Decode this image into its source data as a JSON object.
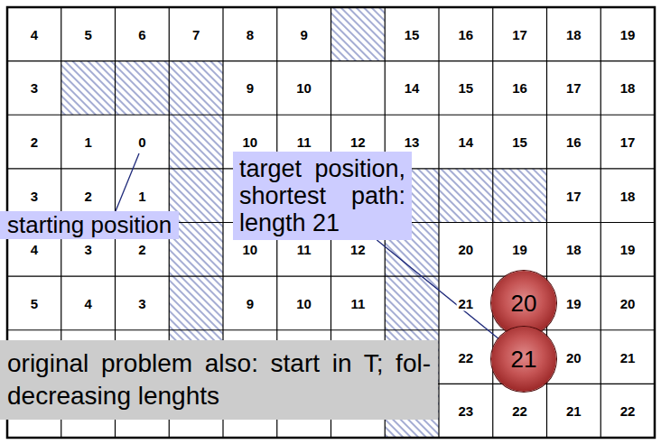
{
  "diagram": {
    "nodes": [
      {
        "text": [
          "target position, shortest path: length 21"
        ]
      },
      {
        "text": [
          "starting position"
        ]
      },
      {
        "text": [
          "20"
        ]
      },
      {
        "text": [
          "21"
        ]
      },
      {
        "text": [
          "original problem also: start in T; fol- decreasing lenghts"
        ]
      }
    ],
    "edges": [
      {
        "from": 0,
        "to": 3,
        "arrow": "none"
      }
    ],
    "labels": [
      "4",
      "5",
      "6",
      "7",
      "8",
      "9",
      "15",
      "16",
      "17",
      "18",
      "19",
      "3",
      "9",
      "10",
      "14",
      "15",
      "16",
      "17",
      "18",
      "2",
      "1",
      "0",
      "10",
      "11",
      "12",
      "13",
      "14",
      "15",
      "16",
      "17",
      "3",
      "2",
      "1",
      "17",
      "18",
      "4",
      "3",
      "2",
      "10",
      "11",
      "12",
      "20",
      "19",
      "18",
      "19",
      "5",
      "4",
      "3",
      "9",
      "10",
      "11",
      "21",
      "19",
      "20",
      "22",
      "20",
      "21",
      "23",
      "22",
      "21",
      "22"
    ]
  }
}
